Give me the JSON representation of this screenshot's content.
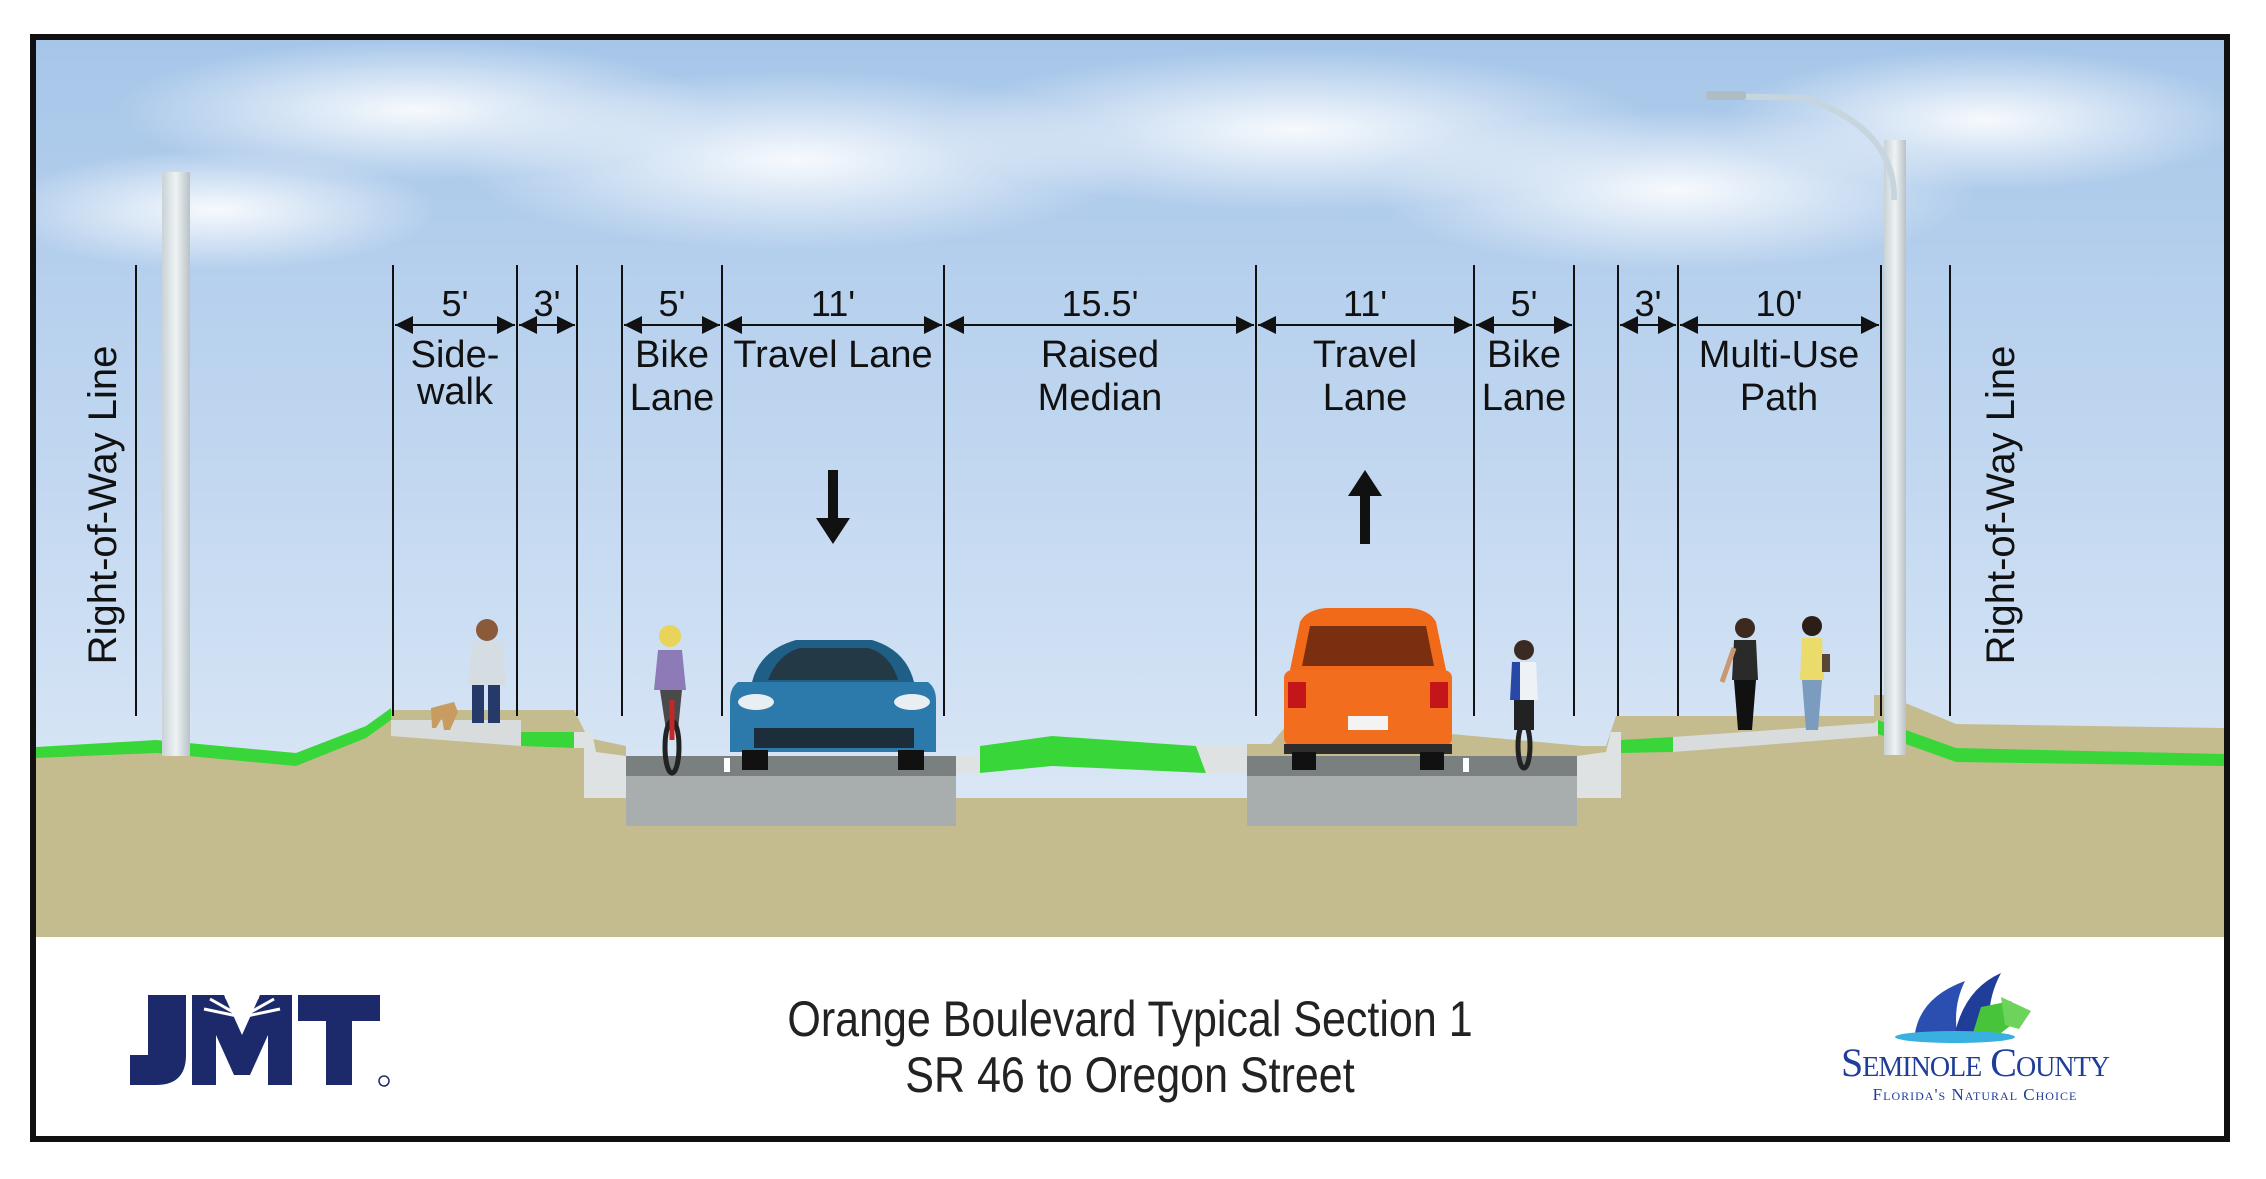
{
  "section": {
    "title_line1": "Orange Boulevard Typical Section 1",
    "title_line2": "SR 46 to Oregon Street"
  },
  "row_labels": {
    "left": "Right-of-Way Line",
    "right": "Right-of-Way Line"
  },
  "segments": [
    {
      "width": "5'",
      "label_line1": "Side-",
      "label_line2": "walk"
    },
    {
      "width": "3'",
      "label_line1": "",
      "label_line2": ""
    },
    {
      "width": "5'",
      "label_line1": "Bike",
      "label_line2": "Lane"
    },
    {
      "width": "11'",
      "label_line1": "Travel Lane",
      "label_line2": ""
    },
    {
      "width": "15.5'",
      "label_line1": "Raised",
      "label_line2": "Median"
    },
    {
      "width": "11'",
      "label_line1": "Travel",
      "label_line2": "Lane"
    },
    {
      "width": "5'",
      "label_line1": "Bike",
      "label_line2": "Lane"
    },
    {
      "width": "3'",
      "label_line1": "",
      "label_line2": ""
    },
    {
      "width": "10'",
      "label_line1": "Multi-Use",
      "label_line2": "Path"
    }
  ],
  "directions": {
    "southbound": "down-arrow-icon",
    "northbound": "up-arrow-icon"
  },
  "logos": {
    "left": "JMT",
    "right_name": "Seminole County",
    "right_tagline": "Florida's Natural Choice"
  },
  "colors": {
    "sky_top": "#a9c8ea",
    "sky_bottom": "#dbe9f7",
    "ground": "#c4bc8e",
    "grass": "#39d639",
    "pavement": "#a8adae",
    "concrete": "#d9dcdd",
    "jmt_navy": "#1c2a6b",
    "sc_blue": "#1f3d99",
    "sc_green": "#48c43a"
  }
}
